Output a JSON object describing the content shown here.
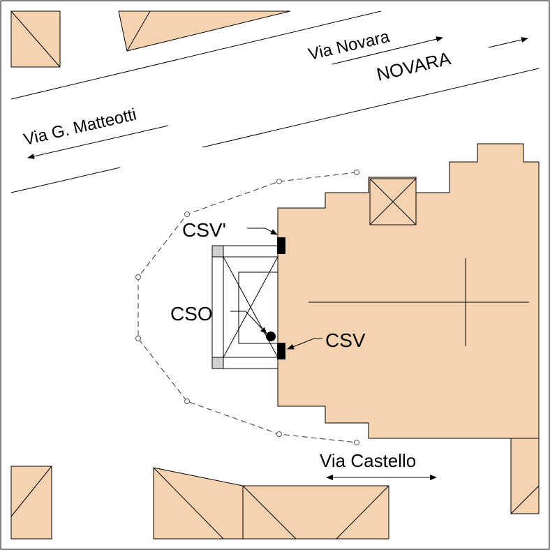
{
  "colors": {
    "building": "#f5d3b0",
    "outline": "#000000",
    "marker": "#000000",
    "corner_fill": "#d0d0d0",
    "dashed_path": "#333333"
  },
  "streets": {
    "via_novara": "Via Novara",
    "novara": "NOVARA",
    "via_matteotti": "Via G. Matteotti",
    "via_castello": "Via Castello"
  },
  "sensors": {
    "csv_prime": "CSV'",
    "cso": "CSO",
    "csv": "CSV"
  }
}
